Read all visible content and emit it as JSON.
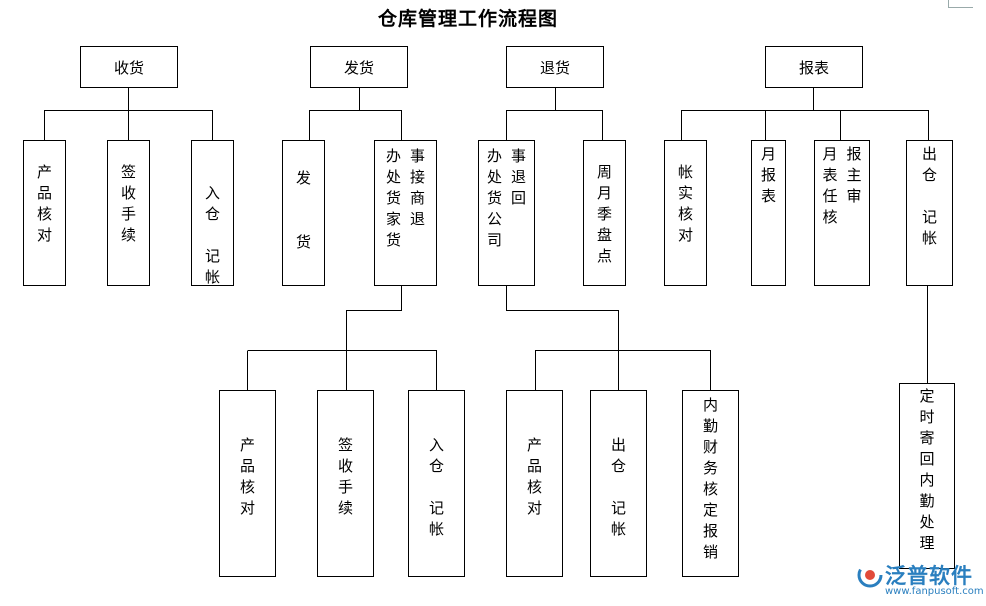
{
  "title": "仓库管理工作流程图",
  "top_boxes": {
    "receive": "收货",
    "ship": "发货",
    "return": "退货",
    "report": "报表"
  },
  "receive": {
    "verify": [
      "产",
      "品",
      "核",
      "对"
    ],
    "sign": [
      "签",
      "收",
      "手",
      "续"
    ],
    "stock_in": [
      "入",
      "仓",
      "",
      "记",
      "帐"
    ]
  },
  "ship": {
    "ship_out": [
      "发",
      "",
      "货"
    ],
    "merchant_return": [
      [
        "办",
        "处",
        "货",
        "家",
        "货"
      ],
      [
        "事",
        "接",
        "商",
        "退"
      ]
    ]
  },
  "return": {
    "company_return": [
      [
        "办",
        "处",
        "货",
        "公",
        "司"
      ],
      [
        "事",
        "退",
        "回"
      ]
    ],
    "inventory": [
      "周",
      "月",
      "季",
      "盘",
      "点"
    ]
  },
  "report": {
    "account_check": [
      "帐",
      "实",
      "核",
      "对"
    ],
    "monthly": [
      "月",
      "报",
      "表"
    ],
    "supervisor_review": [
      [
        "月",
        "表",
        "任",
        "核"
      ],
      [
        "报",
        "主",
        "审"
      ]
    ],
    "stock_out": [
      "出",
      "仓",
      "",
      "记",
      "帐"
    ]
  },
  "merchant_sub": {
    "verify": [
      "产",
      "品",
      "核",
      "对"
    ],
    "sign": [
      "签",
      "收",
      "手",
      "续"
    ],
    "stock_in": [
      "入",
      "仓",
      "",
      "记",
      "帐"
    ]
  },
  "company_sub": {
    "verify": [
      "产",
      "品",
      "核",
      "对"
    ],
    "stock_out": [
      "出",
      "仓",
      "",
      "记",
      "帐"
    ],
    "finance": [
      "内",
      "勤",
      "财",
      "务",
      "核",
      "定",
      "报",
      "销"
    ]
  },
  "stock_out_sub": {
    "mail_back": [
      "定",
      "时",
      "寄",
      "回",
      "内",
      "勤",
      "处",
      "理"
    ]
  },
  "logo": {
    "brand": "泛普软件",
    "url": "www.fanpusoft.com"
  }
}
